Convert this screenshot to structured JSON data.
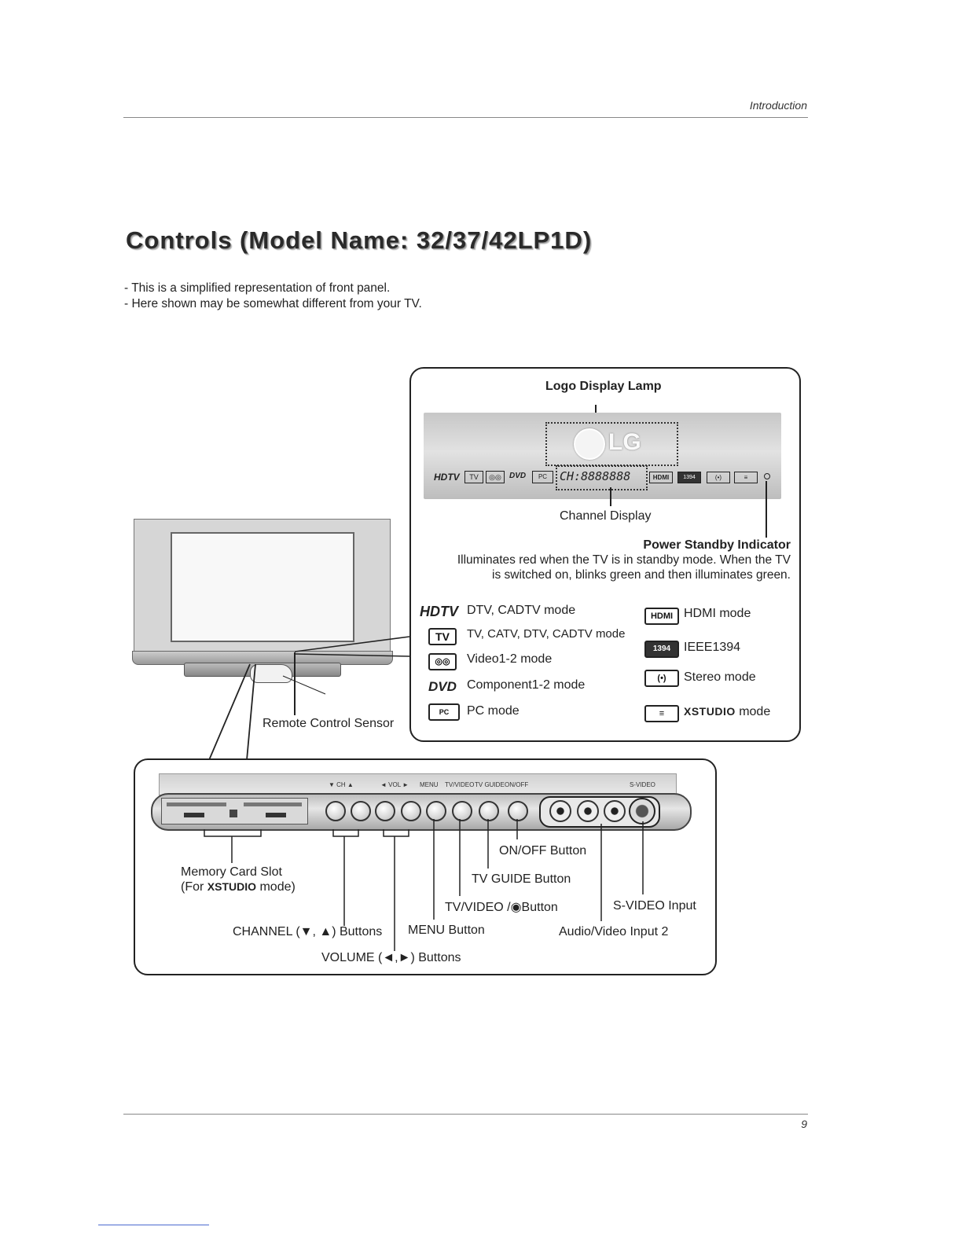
{
  "header": {
    "section": "Introduction"
  },
  "title": "Controls (Model Name: 32/37/42LP1D)",
  "intro": [
    "- This is a simplified representation of front panel.",
    "- Here shown may be somewhat different from your TV."
  ],
  "top_panel": {
    "logo_lamp": "Logo Display Lamp",
    "logo_text": "LG",
    "channel_readout": "CH:8888888",
    "channel_display": "Channel Display",
    "power_standby_title": "Power Standby Indicator",
    "power_standby_line1": "Illuminates red when the TV is in standby mode. When the TV",
    "power_standby_line2": "is switched on, blinks green and then illuminates green.",
    "modes_left": [
      {
        "icon": "HDTV",
        "label": "DTV, CADTV mode"
      },
      {
        "icon": "TV",
        "label": "TV, CATV, DTV, CADTV mode"
      },
      {
        "icon": "◎◎",
        "label": "Video1-2 mode"
      },
      {
        "icon": "DVD",
        "label": "Component1-2 mode"
      },
      {
        "icon": "PC",
        "label": "PC mode"
      }
    ],
    "modes_right": [
      {
        "icon": "HDMI",
        "label": "HDMI mode"
      },
      {
        "icon": "1394",
        "label": "IEEE1394"
      },
      {
        "icon": "(•)",
        "label": "Stereo mode"
      },
      {
        "icon": "≡",
        "brand": "XSTUDIO",
        "label": "mode"
      }
    ]
  },
  "remote_sensor": "Remote Control Sensor",
  "bottom_panel": {
    "panel_labels": [
      "▼ CH ▲",
      "◄ VOL ►",
      "MENU",
      "TV/VIDEO",
      "TV GUIDE",
      "ON/OFF",
      "S-VIDEO"
    ],
    "memory_slot_line1": "Memory Card Slot",
    "memory_slot_line2_pre": "(For ",
    "memory_slot_brand": "XSTUDIO",
    "memory_slot_line2_post": " mode)",
    "on_off": "ON/OFF Button",
    "tv_guide": "TV GUIDE Button",
    "tv_video": "TV/VIDEO /",
    "tv_video_symbol": "◉",
    "tv_video_post": "Button",
    "s_video": "S-VIDEO Input",
    "channel": "CHANNEL (▼, ▲) Buttons",
    "menu": "MENU Button",
    "av_input": "Audio/Video Input 2",
    "volume": "VOLUME (◄,►) Buttons"
  },
  "page_number": "9"
}
